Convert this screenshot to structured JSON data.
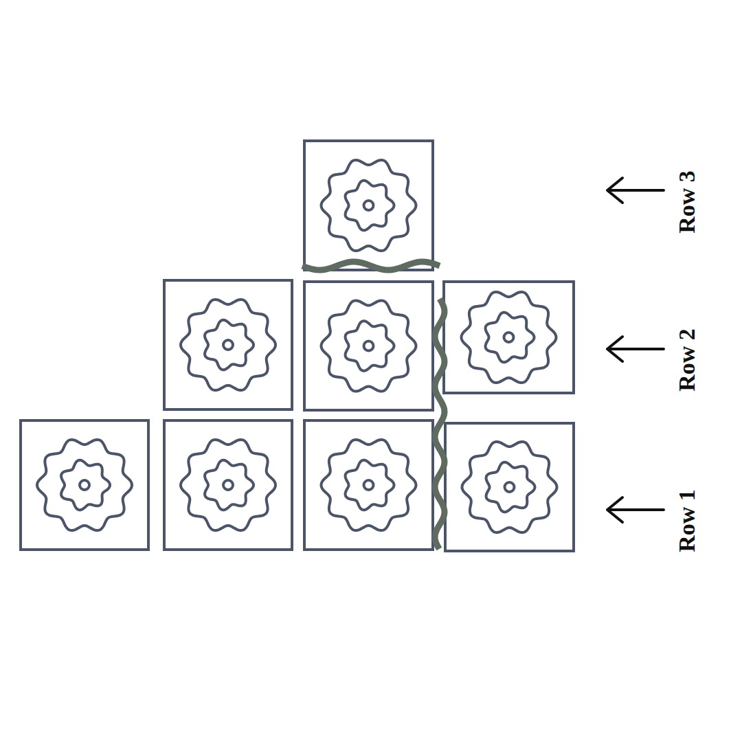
{
  "diagram": {
    "labels": [
      "Row 3",
      "Row 2",
      "Row 1"
    ]
  }
}
